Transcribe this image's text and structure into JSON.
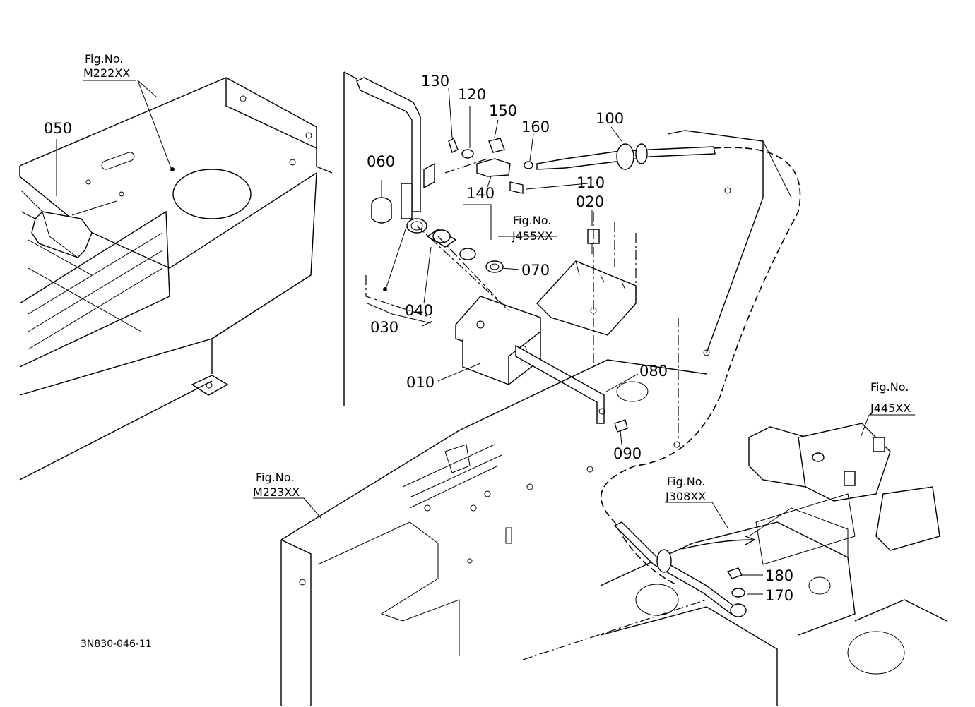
{
  "diagram": {
    "type": "exploded-parts-diagram",
    "drawing_code": "3N830-046-11",
    "part_numbers": [
      "010",
      "020",
      "030",
      "040",
      "050",
      "060",
      "070",
      "080",
      "090",
      "100",
      "110",
      "120",
      "130",
      "140",
      "150",
      "160",
      "170",
      "180"
    ],
    "fig_prefix": "Fig.No.",
    "fig_refs": [
      "M222XX",
      "J455XX",
      "M223XX",
      "J308XX",
      "J445XX"
    ]
  }
}
